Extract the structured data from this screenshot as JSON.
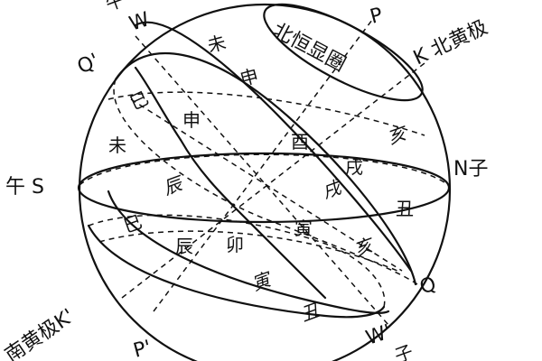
{
  "labels": {
    "edge": {
      "wu_s": "午 S",
      "n_zi": "N子",
      "k_north_pole": "K 北黄极",
      "k_south_pole": "南黄极K'",
      "w_top": "W",
      "w_bottom": "W'",
      "q_left": "Q'",
      "q_right": "Q",
      "p_top": "P",
      "p_bottom": "P'",
      "zi_top_left": "午",
      "chou_bottom": "子"
    },
    "cap": {
      "north_circle": "北恒显圈"
    },
    "inside": {
      "wei_upper": "未",
      "shen_upper": "申",
      "si_upper": "巳",
      "shen_mid": "申",
      "wei_left": "未",
      "you_center": "酉",
      "hai_right": "亥",
      "xu_right": "戌",
      "chen_center": "辰",
      "xu_lower": "戌",
      "chou_right": "丑",
      "si_lower": "巳",
      "chen_lower": "辰",
      "mao_center": "卯",
      "yin_center": "寅",
      "hai_lower": "亥",
      "yin_lower": "寅",
      "chou_lower": "丑"
    }
  }
}
